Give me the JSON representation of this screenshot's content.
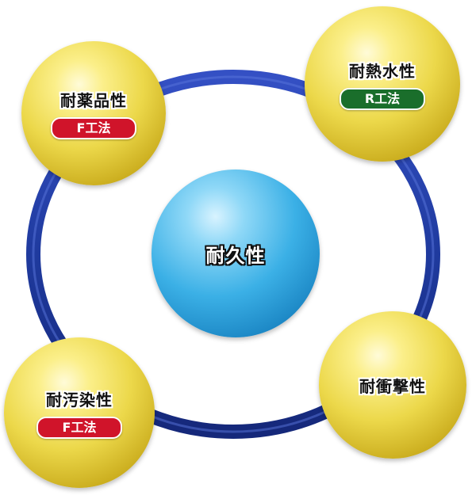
{
  "center": {
    "label": "耐久性"
  },
  "nodes": {
    "chemical": {
      "label": "耐薬品性",
      "badge": "F工法"
    },
    "hot_water": {
      "label": "耐熱水性",
      "badge": "R工法"
    },
    "stain": {
      "label": "耐汚染性",
      "badge": "F工法"
    },
    "impact": {
      "label": "耐衝撃性"
    }
  },
  "colors": {
    "ring": "#1f3a9e",
    "ball_yellow": "#ecd84a",
    "ball_blue": "#3bb0e6",
    "badge_red": "#d0142a",
    "badge_green": "#1a6e2b"
  }
}
